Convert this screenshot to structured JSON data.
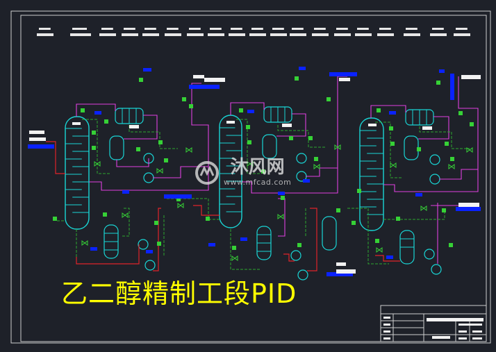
{
  "drawing_title": "乙二醇精制工段PID",
  "watermark": {
    "brand": "沐风网",
    "url": "www.mfcad.com"
  },
  "colors": {
    "background": "#1e2129",
    "equipment": "#19d6d6",
    "process_line": "#e040e0",
    "utility_line": "#2ea82e",
    "hot_line": "#e0242a",
    "instrument": "#36d136",
    "tag": "#0a22ff",
    "title": "#ffff00"
  },
  "icons": {
    "logo": "mfcad-logo-icon"
  }
}
